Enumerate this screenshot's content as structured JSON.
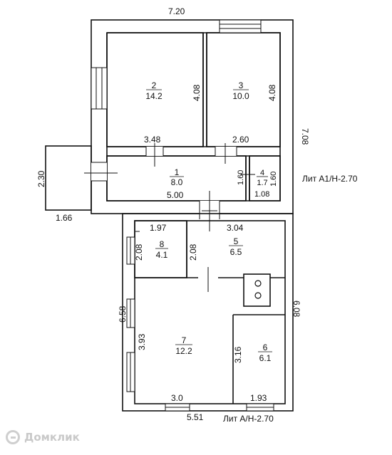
{
  "dimensions": {
    "top_width": "7.20",
    "right_height": "7.08",
    "room2_height": "4.08",
    "room3_height": "4.08",
    "hall_left": "3.48",
    "hall_right": "2.60",
    "hall_length": "5.00",
    "closet_height": "1.60",
    "closet_height_right": "1.60",
    "closet_width": "1.08",
    "porch_height": "2.30",
    "porch_width": "1.66",
    "room8_width": "1.97",
    "room5_width": "3.04",
    "room8_height": "2.08",
    "room5_height": "2.08",
    "lower_left_height": "6.58",
    "lower_right_height": "6.08",
    "room7_height": "3.93",
    "room6_height": "3.16",
    "room7_width": "3.0",
    "room6_width": "1.93",
    "bottom_width": "5.51"
  },
  "rooms": [
    {
      "number": "2",
      "area": "14.2"
    },
    {
      "number": "3",
      "area": "10.0"
    },
    {
      "number": "1",
      "area": "8.0"
    },
    {
      "number": "4",
      "area": "1.7"
    },
    {
      "number": "8",
      "area": "4.1"
    },
    {
      "number": "5",
      "area": "6.5"
    },
    {
      "number": "7",
      "area": "12.2"
    },
    {
      "number": "6",
      "area": "6.1"
    }
  ],
  "labels": {
    "upper_block": "Лит А1/Н-2.70",
    "lower_block": "Лит А/Н-2.70",
    "watermark": "Домклик"
  }
}
